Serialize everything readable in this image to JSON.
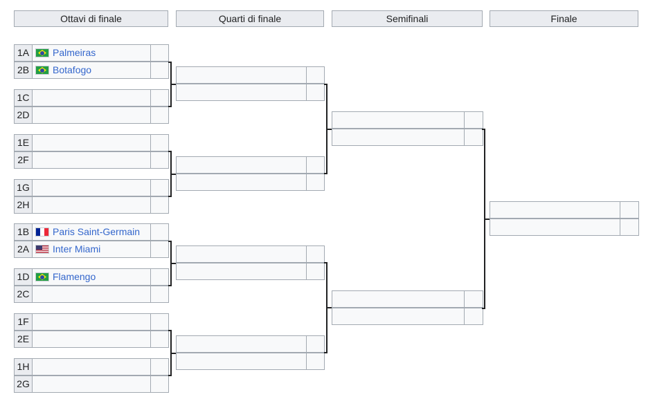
{
  "headers": [
    "Ottavi di finale",
    "Quarti di finale",
    "Semifinali",
    "Finale"
  ],
  "round_of_16": [
    {
      "seed": "1A",
      "team": "Palmeiras",
      "flag": "brazil-flag-icon"
    },
    {
      "seed": "2B",
      "team": "Botafogo",
      "flag": "brazil-flag-icon"
    },
    {
      "seed": "1C",
      "team": "",
      "flag": ""
    },
    {
      "seed": "2D",
      "team": "",
      "flag": ""
    },
    {
      "seed": "1E",
      "team": "",
      "flag": ""
    },
    {
      "seed": "2F",
      "team": "",
      "flag": ""
    },
    {
      "seed": "1G",
      "team": "",
      "flag": ""
    },
    {
      "seed": "2H",
      "team": "",
      "flag": ""
    },
    {
      "seed": "1B",
      "team": "Paris Saint-Germain",
      "flag": "france-flag-icon"
    },
    {
      "seed": "2A",
      "team": "Inter Miami",
      "flag": "usa-flag-icon"
    },
    {
      "seed": "1D",
      "team": "Flamengo",
      "flag": "brazil-flag-icon"
    },
    {
      "seed": "2C",
      "team": "",
      "flag": ""
    },
    {
      "seed": "1F",
      "team": "",
      "flag": ""
    },
    {
      "seed": "2E",
      "team": "",
      "flag": ""
    },
    {
      "seed": "1H",
      "team": "",
      "flag": ""
    },
    {
      "seed": "2G",
      "team": "",
      "flag": ""
    }
  ],
  "colors": {
    "link": "#3366cc",
    "header_bg": "#eaecf0",
    "cell_bg": "#f8f9fa",
    "border": "#a2a9b1"
  }
}
